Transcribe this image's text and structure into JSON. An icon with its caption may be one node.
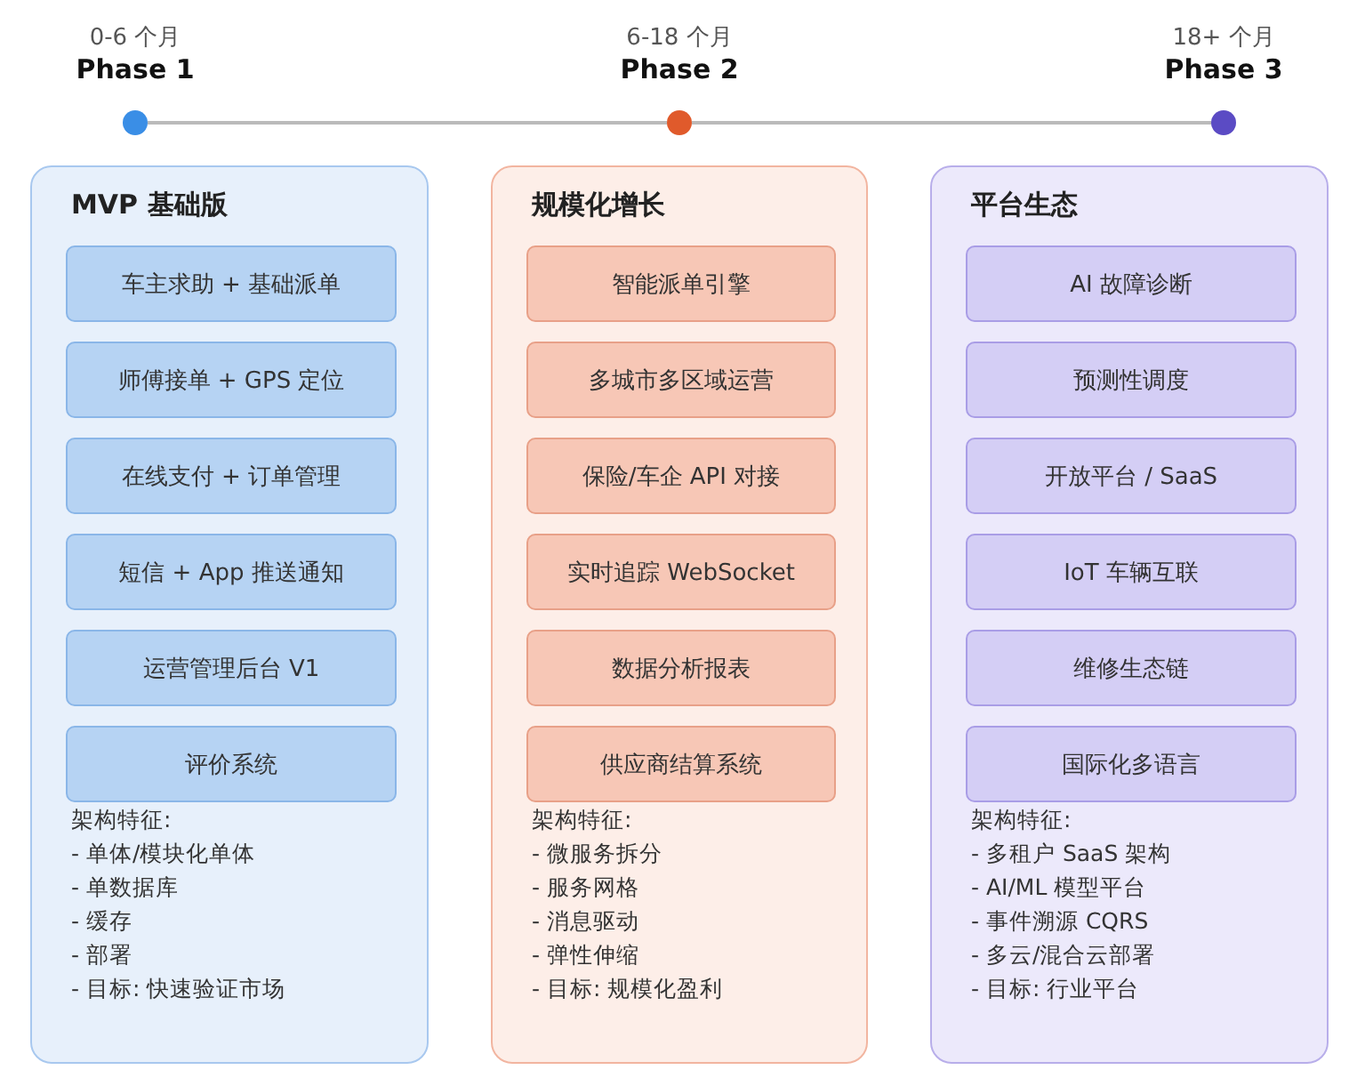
{
  "diagram": {
    "nodes": [
      {
        "text": [],
        "shape": "circle",
        "beside": [
          "0-6 个月",
          "Phase 1"
        ]
      },
      {
        "text": [],
        "shape": "circle",
        "beside": [
          "6-18 个月",
          "Phase 2"
        ]
      },
      {
        "text": [],
        "shape": "circle",
        "beside": [
          "18+ 个月",
          "Phase 3"
        ]
      },
      {
        "text": [
          "MVP 基础版",
          "架构特征:",
          "- 单体/模块化单体",
          "- 单数据库",
          "- 缓存",
          "- 部署",
          "- 目标: 快速验证市场"
        ]
      },
      {
        "text": [
          "车主求助 + 基础派单"
        ],
        "in": 3
      },
      {
        "text": [
          "师傅接单 + GPS 定位"
        ],
        "in": 3
      },
      {
        "text": [
          "在线支付 + 订单管理"
        ],
        "in": 3
      },
      {
        "text": [
          "短信 + App 推送通知"
        ],
        "in": 3
      },
      {
        "text": [
          "运营管理后台 V1"
        ],
        "in": 3
      },
      {
        "text": [
          "评价系统"
        ],
        "in": 3
      },
      {
        "text": [
          "规模化增长",
          "架构特征:",
          "- 微服务拆分",
          "- 服务网格",
          "- 消息驱动",
          "- 弹性伸缩",
          "- 目标: 规模化盈利"
        ]
      },
      {
        "text": [
          "智能派单引擎"
        ],
        "in": 10
      },
      {
        "text": [
          "多城市多区域运营"
        ],
        "in": 10
      },
      {
        "text": [
          "保险/车企 API 对接"
        ],
        "in": 10
      },
      {
        "text": [
          "实时追踪 WebSocket"
        ],
        "in": 10
      },
      {
        "text": [
          "数据分析报表"
        ],
        "in": 10
      },
      {
        "text": [
          "供应商结算系统"
        ],
        "in": 10
      },
      {
        "text": [
          "平台生态",
          "架构特征:",
          "- 多租户 SaaS 架构",
          "- AI/ML 模型平台",
          "- 事件溯源 CQRS",
          "- 多云/混合云部署",
          "- 目标: 行业平台"
        ]
      },
      {
        "text": [
          "AI 故障诊断"
        ],
        "in": 17
      },
      {
        "text": [
          "预测性调度"
        ],
        "in": 17
      },
      {
        "text": [
          "开放平台 / SaaS"
        ],
        "in": 17
      },
      {
        "text": [
          "IoT 车辆互联"
        ],
        "in": 17
      },
      {
        "text": [
          "维修生态链"
        ],
        "in": 17
      },
      {
        "text": [
          "国际化多语言"
        ],
        "in": 17
      }
    ],
    "edges": [
      {
        "from": 0,
        "to": 1,
        "arrow": "none"
      },
      {
        "from": 1,
        "to": 2,
        "arrow": "none"
      }
    ]
  }
}
